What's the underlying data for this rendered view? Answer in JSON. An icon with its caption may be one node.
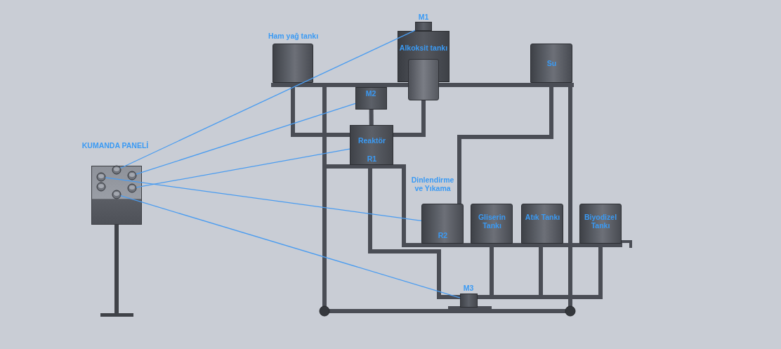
{
  "diagram": {
    "nodes": [
      {
        "text": [
          "Ham yağ tankı"
        ]
      },
      {
        "text": [
          "M1"
        ]
      },
      {
        "text": [
          "Alkoksit tankı"
        ]
      },
      {
        "text": [
          "Su"
        ]
      },
      {
        "text": [
          "M2"
        ]
      },
      {
        "text": [
          "Reaktör",
          "R1"
        ]
      },
      {
        "text": [
          "Dinlendirme ve Yıkama",
          "R2"
        ]
      },
      {
        "text": [
          "Gliserin Tankı"
        ]
      },
      {
        "text": [
          "Atık Tankı"
        ]
      },
      {
        "text": [
          "Biyodizel Tankı"
        ]
      },
      {
        "text": [
          "M3"
        ]
      },
      {
        "text": [
          "KUMANDA PANELİ"
        ]
      },
      {
        "text": [],
        "shape": "circle",
        "in": 11
      },
      {
        "text": [],
        "shape": "circle",
        "in": 11
      },
      {
        "text": [],
        "shape": "circle",
        "in": 11
      },
      {
        "text": [],
        "shape": "circle",
        "in": 11
      },
      {
        "text": [],
        "shape": "circle",
        "in": 11
      },
      {
        "text": [],
        "shape": "circle",
        "in": 11
      }
    ],
    "edges": [
      {
        "from": 12,
        "to": 1,
        "arrow": "none"
      },
      {
        "from": 14,
        "to": 4,
        "arrow": "none"
      },
      {
        "from": 16,
        "to": 5,
        "arrow": "none"
      },
      {
        "from": 13,
        "to": 6,
        "arrow": "none"
      },
      {
        "from": 17,
        "to": 10,
        "arrow": "none"
      },
      {
        "from": 0,
        "to": 5,
        "arrow": "none",
        "style": "thick",
        "color": "#4a4d55"
      },
      {
        "from": 4,
        "to": 5,
        "arrow": "none",
        "style": "thick",
        "color": "#4a4d55"
      },
      {
        "from": 2,
        "to": 5,
        "arrow": "none",
        "style": "thick",
        "color": "#4a4d55"
      },
      {
        "from": 3,
        "to": 6,
        "arrow": "none",
        "style": "thick",
        "color": "#4a4d55"
      }
    ]
  }
}
